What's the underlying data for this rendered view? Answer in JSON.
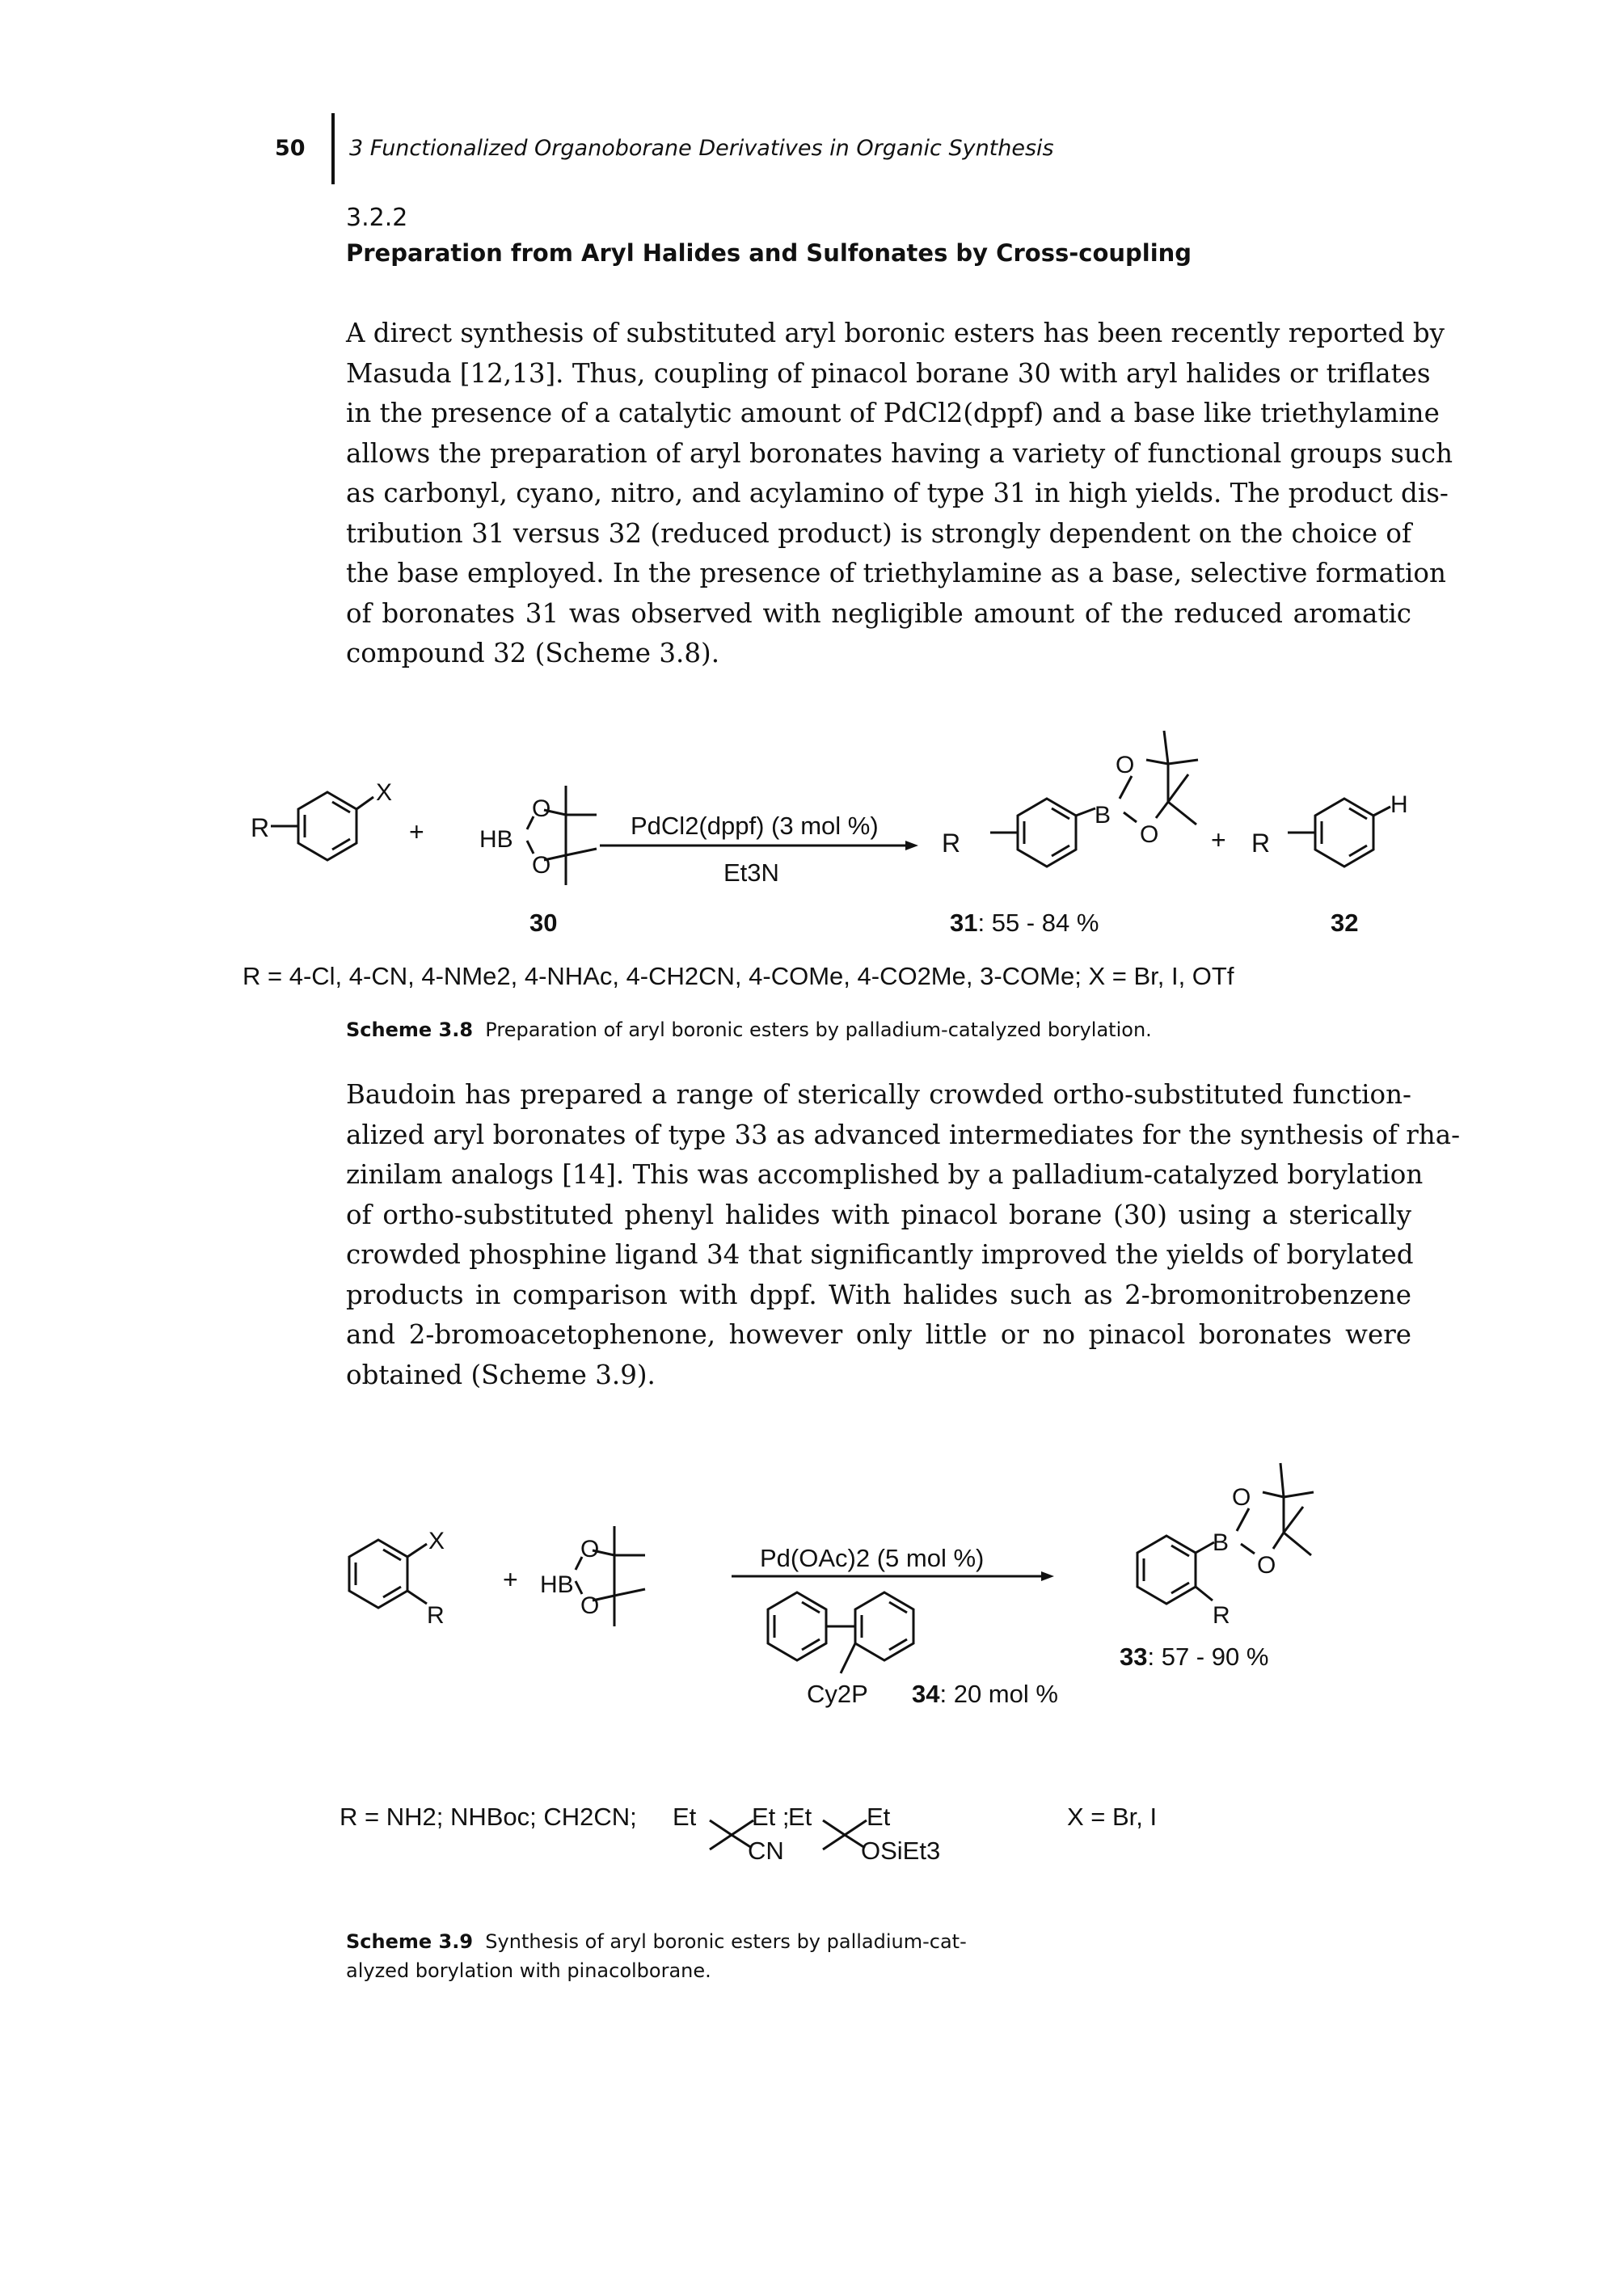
{
  "header": {
    "page_number": "50",
    "running_title": "3 Functionalized Organoborane Derivatives in Organic Synthesis"
  },
  "section": {
    "number": "3.2.2",
    "title": "Preparation from Aryl Halides and Sulfonates by Cross-coupling"
  },
  "paragraph1": {
    "lines": [
      "A direct synthesis of substituted aryl boronic esters has been recently reported by",
      "Masuda [12,13]. Thus, coupling of pinacol borane 30 with aryl halides or triflates",
      "in the presence of a catalytic amount of PdCl2(dppf) and a base like triethylamine",
      "allows the preparation of aryl boronates having a variety of functional groups such",
      "as carbonyl, cyano, nitro, and acylamino of type 31 in high yields. The product dis-",
      "tribution 31 versus 32 (reduced product) is strongly dependent on the choice of",
      "the base employed. In the presence of triethylamine as a base, selective formation",
      "of boronates 31 was observed with negligible amount of the reduced aromatic",
      "compound 32 (Scheme 3.8)."
    ]
  },
  "scheme38": {
    "reagent_top": "PdCl2(dppf) (3 mol %)",
    "reagent_bottom": "Et3N",
    "plus": "+",
    "label_30": "30",
    "label_31": "31",
    "yield_31": ": 55 - 84 %",
    "label_32": "32",
    "r_definition": "R = 4-Cl, 4-CN, 4-NMe2, 4-NHAc, 4-CH2CN, 4-COMe, 4-CO2Me, 3-COMe;  X = Br, I, OTf",
    "caption_label": "Scheme 3.8",
    "caption_text": "Preparation of aryl boronic esters by palladium-catalyzed borylation."
  },
  "paragraph2": {
    "lines": [
      "Baudoin has prepared a range of sterically crowded ortho-substituted function-",
      "alized aryl boronates of type 33 as advanced intermediates for the synthesis of rha-",
      "zinilam analogs [14]. This was accomplished by a palladium-catalyzed borylation",
      "of ortho-substituted phenyl halides with pinacol borane (30) using a sterically",
      "crowded phosphine ligand 34 that significantly improved the yields of borylated",
      "products in comparison with dppf. With halides such as 2-bromonitrobenzene",
      "and 2-bromoacetophenone, however only little or no pinacol boronates were",
      "obtained (Scheme 3.9)."
    ]
  },
  "scheme39": {
    "reagent_top": "Pd(OAc)2 (5 mol %)",
    "ligand_label": "34",
    "ligand_loading": ": 20 mol %",
    "ligand_group": "Cy2P",
    "label_33": "33",
    "yield_33": ": 57 - 90 %",
    "r_definition_prefix": "R = NH2; NHBoc; CH2CN;",
    "x_definition": "X = Br, I",
    "caption_label": "Scheme 3.9",
    "caption_line1": "Synthesis of aryl boronic esters by palladium-cat-",
    "caption_line2": "alyzed borylation with pinacolborane."
  }
}
